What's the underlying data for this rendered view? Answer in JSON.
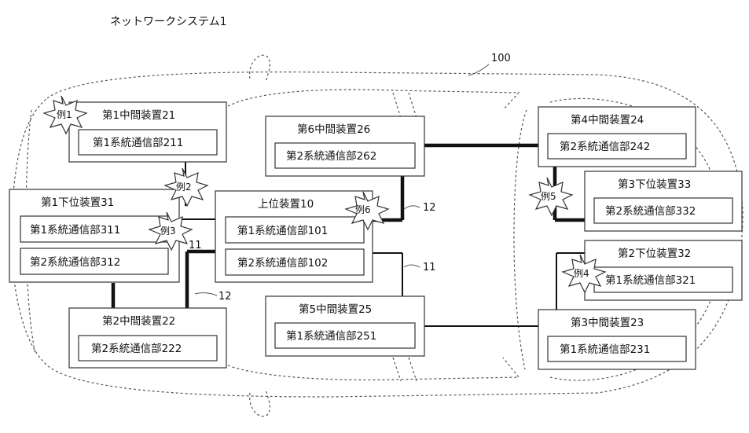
{
  "title": "ネットワークシステム1",
  "ref_vehicle": "100",
  "ref_lines": {
    "line_11_a": "11",
    "line_11_b": "11",
    "line_12_a": "12",
    "line_12_b": "12"
  },
  "devices": {
    "upper_10": {
      "title": "上位装置10",
      "units": [
        "第1系統通信部101",
        "第2系統通信部102"
      ]
    },
    "lower_31": {
      "title": "第1下位装置31",
      "units": [
        "第1系統通信部311",
        "第2系統通信部312"
      ]
    },
    "lower_33": {
      "title": "第3下位装置33",
      "units": [
        "第2系統通信部332"
      ]
    },
    "lower_32": {
      "title": "第2下位装置32",
      "units": [
        "第1系統通信部321"
      ]
    },
    "mid_21": {
      "title": "第1中間装置21",
      "units": [
        "第1系統通信部211"
      ]
    },
    "mid_22": {
      "title": "第2中間装置22",
      "units": [
        "第2系統通信部222"
      ]
    },
    "mid_26": {
      "title": "第6中間装置26",
      "units": [
        "第2系統通信部262"
      ]
    },
    "mid_25": {
      "title": "第5中間装置25",
      "units": [
        "第1系統通信部251"
      ]
    },
    "mid_24": {
      "title": "第4中間装置24",
      "units": [
        "第2系統通信部242"
      ]
    },
    "mid_23": {
      "title": "第3中間装置23",
      "units": [
        "第1系統通信部231"
      ]
    }
  },
  "examples": [
    "例1",
    "例2",
    "例3",
    "例4",
    "例5",
    "例6"
  ]
}
